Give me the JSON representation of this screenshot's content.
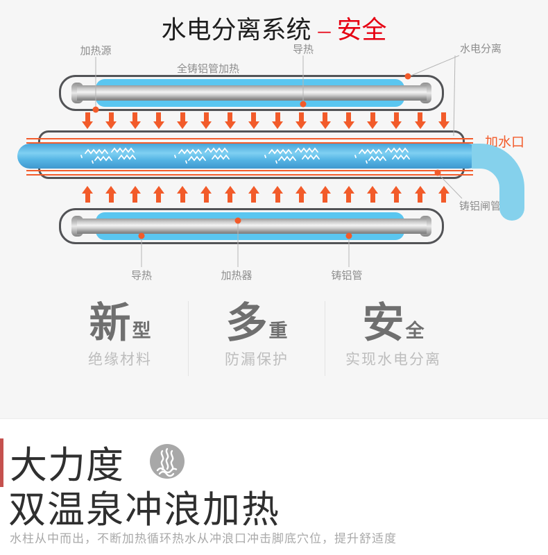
{
  "title": {
    "black": "水电分离系统",
    "red": "– 安全"
  },
  "colors": {
    "accent_orange": "#f25b2a",
    "title_red": "#e60012",
    "tube_blue": "#5ac6f0",
    "water_blue": "#47a5da",
    "frame_gray": "#525356",
    "bottom_bar_red": "#c5514e"
  },
  "diagram": {
    "labels": {
      "heat_source": "加热源",
      "conduct_top": "导热",
      "separation": "水电分离",
      "full_cast_heating": "全铸铝管加热",
      "water_inlet": "加水口",
      "cast_gate_tube": "铸铝闸管",
      "conduct_bottom": "导热",
      "heater": "加热器",
      "cast_tube": "铸铝管"
    },
    "arrows": {
      "down": 16,
      "up": 16
    }
  },
  "features": [
    {
      "big": "新",
      "small": "型",
      "desc": "绝缘材料"
    },
    {
      "big": "多",
      "small": "重",
      "desc": "防漏保护"
    },
    {
      "big": "安",
      "small": "全",
      "desc": "实现水电分离"
    }
  ],
  "bottom": {
    "heading": "大力度",
    "subheading": "双温泉冲浪加热",
    "desc": "水柱从中而出，不断加热循环热水从冲浪口冲击脚底穴位，提升舒适度",
    "icon": "hot-spring-icon"
  }
}
